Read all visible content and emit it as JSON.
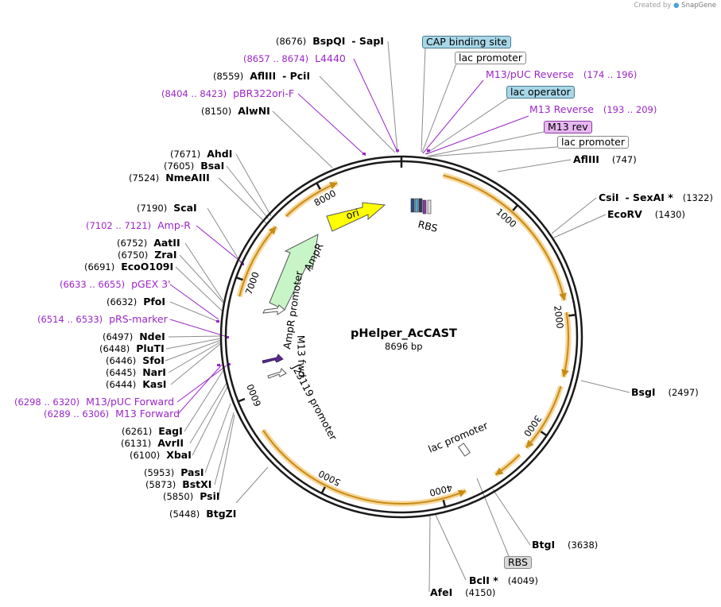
{
  "watermark": {
    "prefix": "Created by",
    "brand": "SnapGene"
  },
  "plasmid": {
    "name": "pHelper_AcCAST",
    "length_text": "8696 bp"
  },
  "ticks": [
    "1000",
    "2000",
    "3000",
    "4000",
    "5000",
    "6000",
    "7000",
    "8000"
  ],
  "features_inside": {
    "ori": "ori",
    "ampr": "AmpR",
    "ampr_promoter": "AmpR promoter",
    "m13_fwd": "M13 fwd",
    "j23119": "J23119 promoter",
    "lac_promoter": "lac promoter",
    "rbs": "RBS"
  },
  "top_tags": [
    {
      "text": "CAP binding site",
      "style": "blue"
    },
    {
      "text": "lac promoter",
      "style": "white"
    },
    {
      "text": "M13/pUC Reverse",
      "range": "(174 .. 196)",
      "style": "feat"
    },
    {
      "text": "lac operator",
      "style": "blue"
    },
    {
      "text": "M13 Reverse",
      "range": "(193 .. 209)",
      "style": "feat"
    },
    {
      "text": "M13 rev",
      "style": "purple"
    },
    {
      "text": "lac promoter",
      "style": "white"
    }
  ],
  "bottom_tag": {
    "text": "RBS",
    "style": "gray"
  },
  "left_labels": [
    {
      "pos": "(8676)",
      "name": "BspQI",
      "extra": "- SapI"
    },
    {
      "pos": "(8657 .. 8674)",
      "name": "L4440",
      "feature": true
    },
    {
      "pos": "(8559)",
      "name": "AflIII",
      "extra": "- PciI"
    },
    {
      "pos": "(8404 .. 8423)",
      "name": "pBR322ori-F",
      "feature": true
    },
    {
      "pos": "(8150)",
      "name": "AlwNI"
    },
    {
      "pos": "(7671)",
      "name": "AhdI"
    },
    {
      "pos": "(7605)",
      "name": "BsaI"
    },
    {
      "pos": "(7524)",
      "name": "NmeAIII"
    },
    {
      "pos": "(7190)",
      "name": "ScaI"
    },
    {
      "pos": "(7102 .. 7121)",
      "name": "Amp-R",
      "feature": true
    },
    {
      "pos": "(6752)",
      "name": "AatII"
    },
    {
      "pos": "(6750)",
      "name": "ZraI"
    },
    {
      "pos": "(6691)",
      "name": "EcoO109I"
    },
    {
      "pos": "(6633 .. 6655)",
      "name": "pGEX 3'",
      "feature": true
    },
    {
      "pos": "(6632)",
      "name": "PfoI"
    },
    {
      "pos": "(6514 .. 6533)",
      "name": "pRS-marker",
      "feature": true
    },
    {
      "pos": "(6497)",
      "name": "NdeI"
    },
    {
      "pos": "(6448)",
      "name": "PluTI"
    },
    {
      "pos": "(6446)",
      "name": "SfoI"
    },
    {
      "pos": "(6445)",
      "name": "NarI"
    },
    {
      "pos": "(6444)",
      "name": "KasI"
    },
    {
      "pos": "(6298 .. 6320)",
      "name": "M13/pUC Forward",
      "feature": true
    },
    {
      "pos": "(6289 .. 6306)",
      "name": "M13 Forward",
      "feature": true
    },
    {
      "pos": "(6261)",
      "name": "EagI"
    },
    {
      "pos": "(6131)",
      "name": "AvrII"
    },
    {
      "pos": "(6100)",
      "name": "XbaI"
    },
    {
      "pos": "(5953)",
      "name": "PasI"
    },
    {
      "pos": "(5873)",
      "name": "BstXI"
    },
    {
      "pos": "(5850)",
      "name": "PsiI"
    },
    {
      "pos": "(5448)",
      "name": "BtgZI"
    }
  ],
  "right_labels": [
    {
      "name": "AflIII",
      "pos": "(747)"
    },
    {
      "name": "CsiI",
      "extra": "- SexAI *",
      "pos": "(1322)"
    },
    {
      "name": "EcoRV",
      "pos": "(1430)"
    },
    {
      "name": "BsgI",
      "pos": "(2497)"
    },
    {
      "name": "BtgI",
      "pos": "(3638)"
    },
    {
      "name": "BclI *",
      "pos": "(4049)"
    },
    {
      "name": "AfeI",
      "pos": "(4150)"
    }
  ],
  "colors": {
    "backbone": "#1a1a1a",
    "orf_glow": "#f6d79a",
    "orf_arrow": "#c98a15",
    "feature_text": "#9b26c8",
    "ori_fill": "#ffff00",
    "ampr_fill": "#c8f5c8"
  }
}
